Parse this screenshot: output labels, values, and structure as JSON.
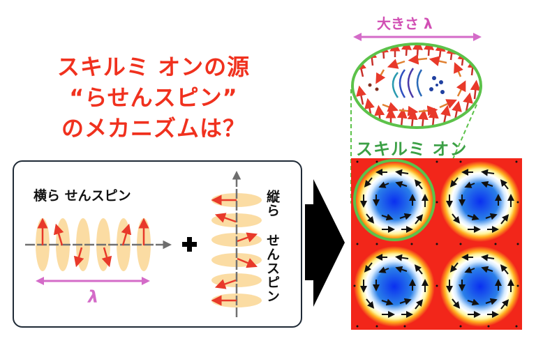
{
  "title": {
    "lines": [
      "スキルミ オンの源",
      "“らせんスピン”",
      "のメカニズムは？"
    ],
    "color": "#f0311e"
  },
  "left_panel": {
    "horizontal_spiral_label": "横ら せんスピン",
    "vertical_spiral_label": "縦ら せんスピン",
    "plus_symbol": "+",
    "wavelength_label": "λ",
    "colors": {
      "ellipse_fill": "#fbd99a",
      "spin_arrow": "#e8392a",
      "axis": "#707070",
      "wavelength_arrow": "#d46bc8",
      "box_border": "#1f2a36"
    }
  },
  "right_panel": {
    "size_label": "大きさ λ",
    "skyrmion_label": "スキルミ オン",
    "colors": {
      "size_label": "#d14fb4",
      "highlight": "#5cc24a",
      "map_background": "#f2261a",
      "core": "#1c5ee8",
      "ring": "#fff7a8"
    }
  },
  "big_arrow": {
    "icon": "right-arrow-icon",
    "color": "#000000"
  }
}
